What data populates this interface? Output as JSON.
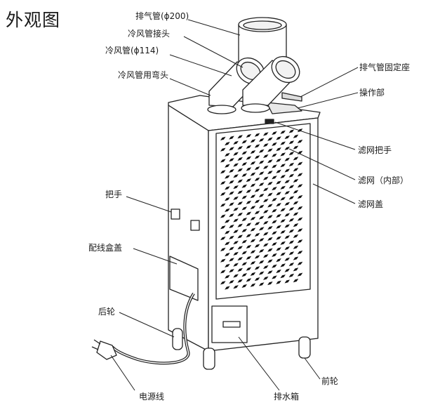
{
  "title": "外观图",
  "labels": {
    "exhaust_pipe": "排气管(ϕ200)",
    "cold_air_joint": "冷风管接头",
    "cold_air_pipe": "冷风管(ϕ114)",
    "cold_air_elbow": "冷风管用弯头",
    "exhaust_mount": "排气管固定座",
    "control_panel": "操作部",
    "filter_handle": "滤网把手",
    "filter_inner": "滤网（内部）",
    "filter_cover": "滤网盖",
    "handle": "把手",
    "wiring_box_cover": "配线盒盖",
    "rear_wheel": "后轮",
    "front_wheel": "前轮",
    "power_cord": "电源线",
    "drain_tank": "排水箱"
  }
}
